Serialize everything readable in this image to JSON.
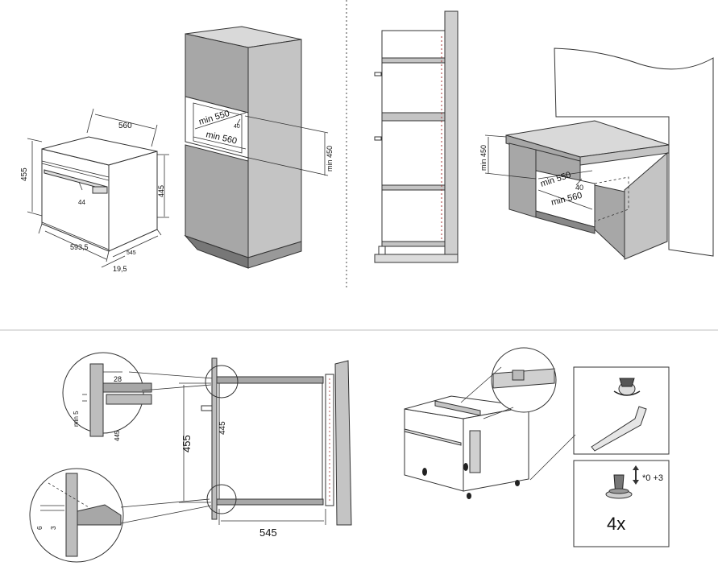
{
  "panels": {
    "top_left": {
      "oven_dims": {
        "width_top": "560",
        "height_left": "455",
        "height_right": "445",
        "handle": "44",
        "width_front": "593,5",
        "depth": "545",
        "door": "19,5"
      },
      "cabinet_dims": {
        "min_width_upper": "min 550",
        "min_width_lower": "min 560",
        "vent": "40",
        "min_height": "min 450"
      }
    },
    "top_right": {
      "counter_dims": {
        "min_height": "min 450",
        "min_width_upper": "min 550",
        "vent": "40",
        "min_width_lower": "min 560"
      }
    },
    "bottom_left": {
      "detail_top": {
        "gap": "28",
        "min_gap": "min 5",
        "height": "445"
      },
      "detail_bottom": {
        "a": "6",
        "b": "3"
      },
      "main": {
        "height_outer": "455",
        "height_inner": "445",
        "depth": "545"
      }
    },
    "bottom_right": {
      "adjust_label": "*0 +3",
      "count_label": "4x"
    }
  },
  "colors": {
    "cabinet_dark": "#a7a7a7",
    "cabinet_mid": "#c4c4c4",
    "cabinet_light": "#d9d9d9",
    "divider": "#cccccc"
  }
}
